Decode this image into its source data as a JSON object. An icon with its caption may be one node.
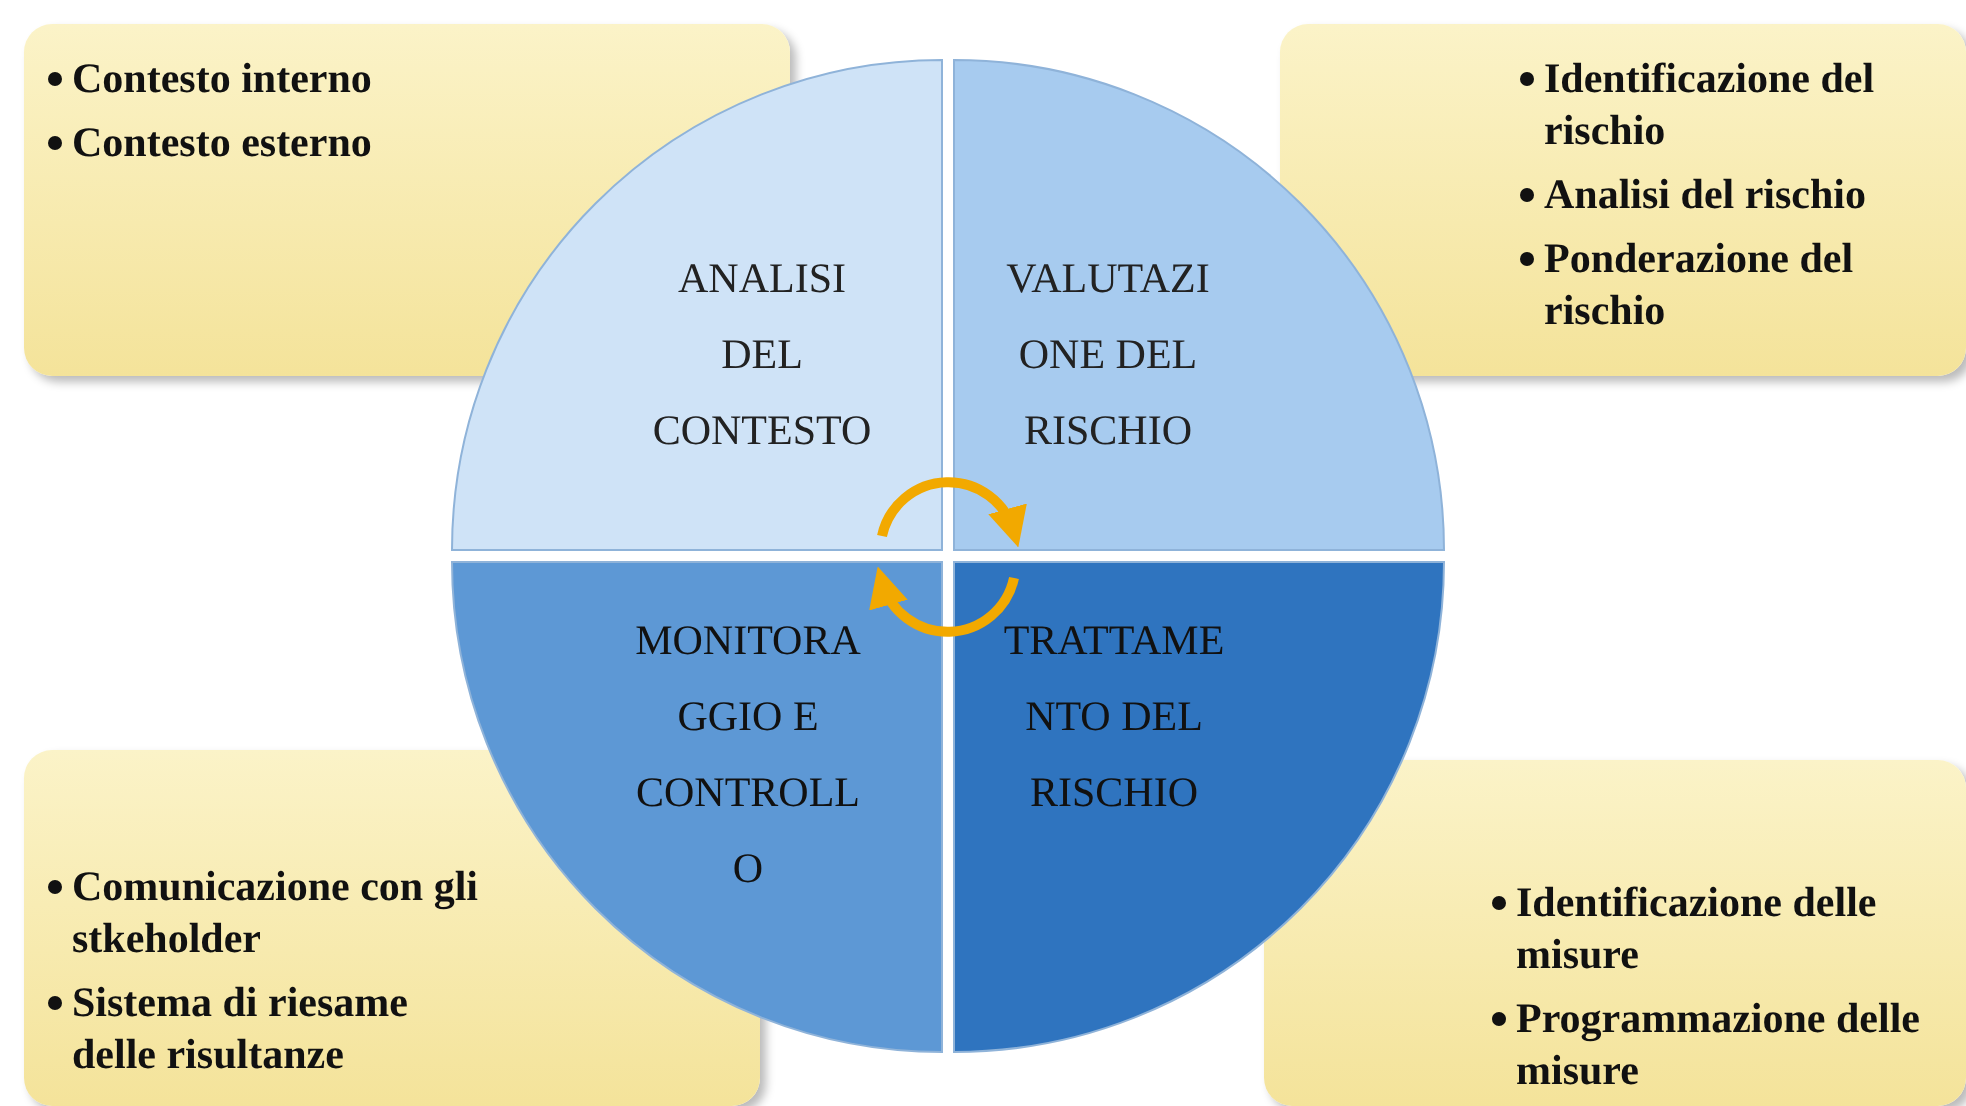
{
  "diagram": {
    "nodes": [
      {
        "text": [
          "ANALISI DEL CONTESTO"
        ]
      },
      {
        "text": [
          "VALUTAZIONE DEL RISCHIO"
        ]
      },
      {
        "text": [
          "MONITORAGGIO E CONTROLLO"
        ]
      },
      {
        "text": [
          "TRATTAMENTO DEL RISCHIO"
        ]
      },
      {
        "text": [
          "Contesto interno",
          "Contesto esterno"
        ]
      },
      {
        "text": [
          "Identificazione del rischio",
          "Analisi del rischio",
          "Ponderazione del rischio"
        ]
      },
      {
        "text": [
          "Comunicazione con gli stkeholder",
          "Sistema di riesame delle risultanze"
        ]
      },
      {
        "text": [
          "Identificazione delle misure",
          "Programmazione delle misure"
        ]
      }
    ],
    "edges": [
      {
        "from": 0,
        "to": 1,
        "arrow": "to",
        "color": "#f2a900"
      },
      {
        "from": 3,
        "to": 2,
        "arrow": "to",
        "color": "#f2a900"
      }
    ]
  }
}
